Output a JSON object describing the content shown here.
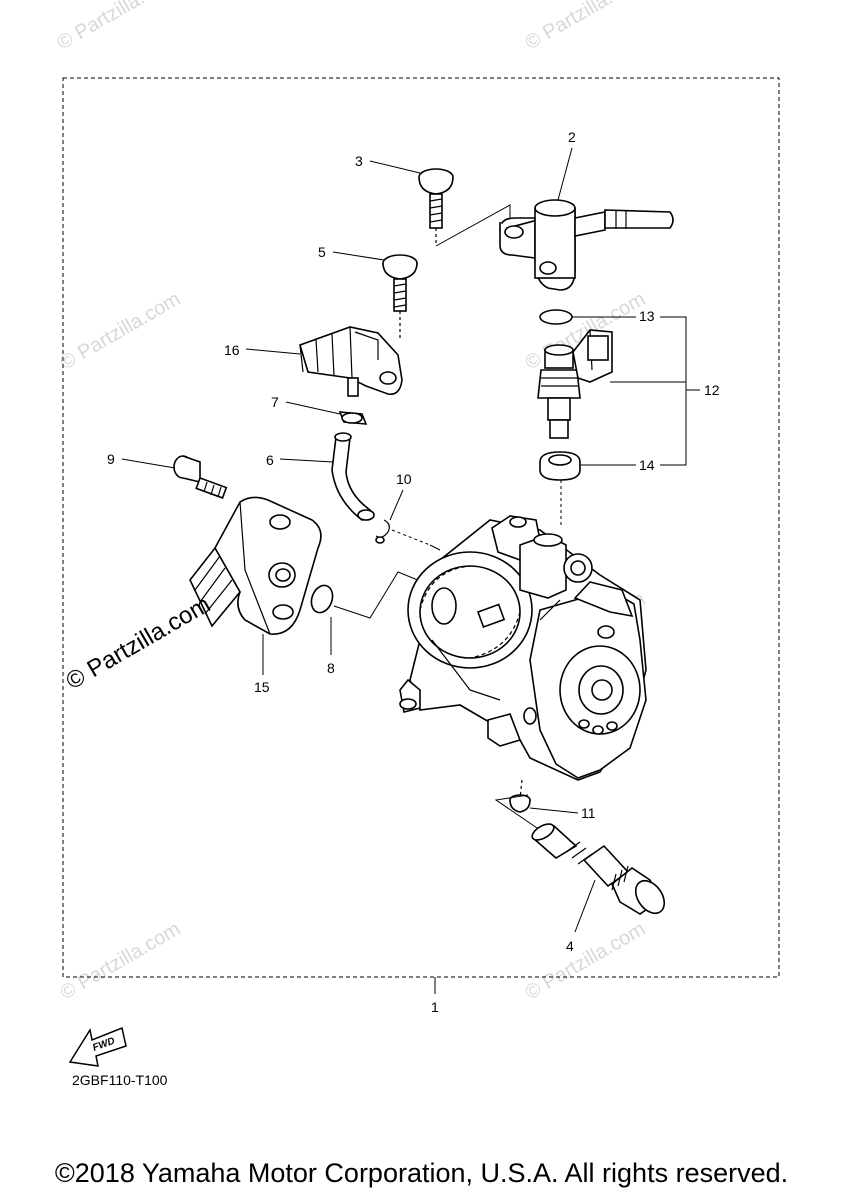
{
  "diagram": {
    "code": "2GBF110-T100",
    "fwd_label": "FWD",
    "callouts": {
      "c1": "1",
      "c2": "2",
      "c3": "3",
      "c4": "4",
      "c5": "5",
      "c6": "6",
      "c7": "7",
      "c8": "8",
      "c9": "9",
      "c10": "10",
      "c11": "11",
      "c12": "12",
      "c13": "13",
      "c14": "14",
      "c15": "15",
      "c16": "16"
    }
  },
  "watermark": {
    "text": "© Partzilla.com",
    "prominent": "© Partzilla.com"
  },
  "footer": {
    "copyright": "©2018 Yamaha Motor Corporation, U.S.A. All rights reserved."
  }
}
